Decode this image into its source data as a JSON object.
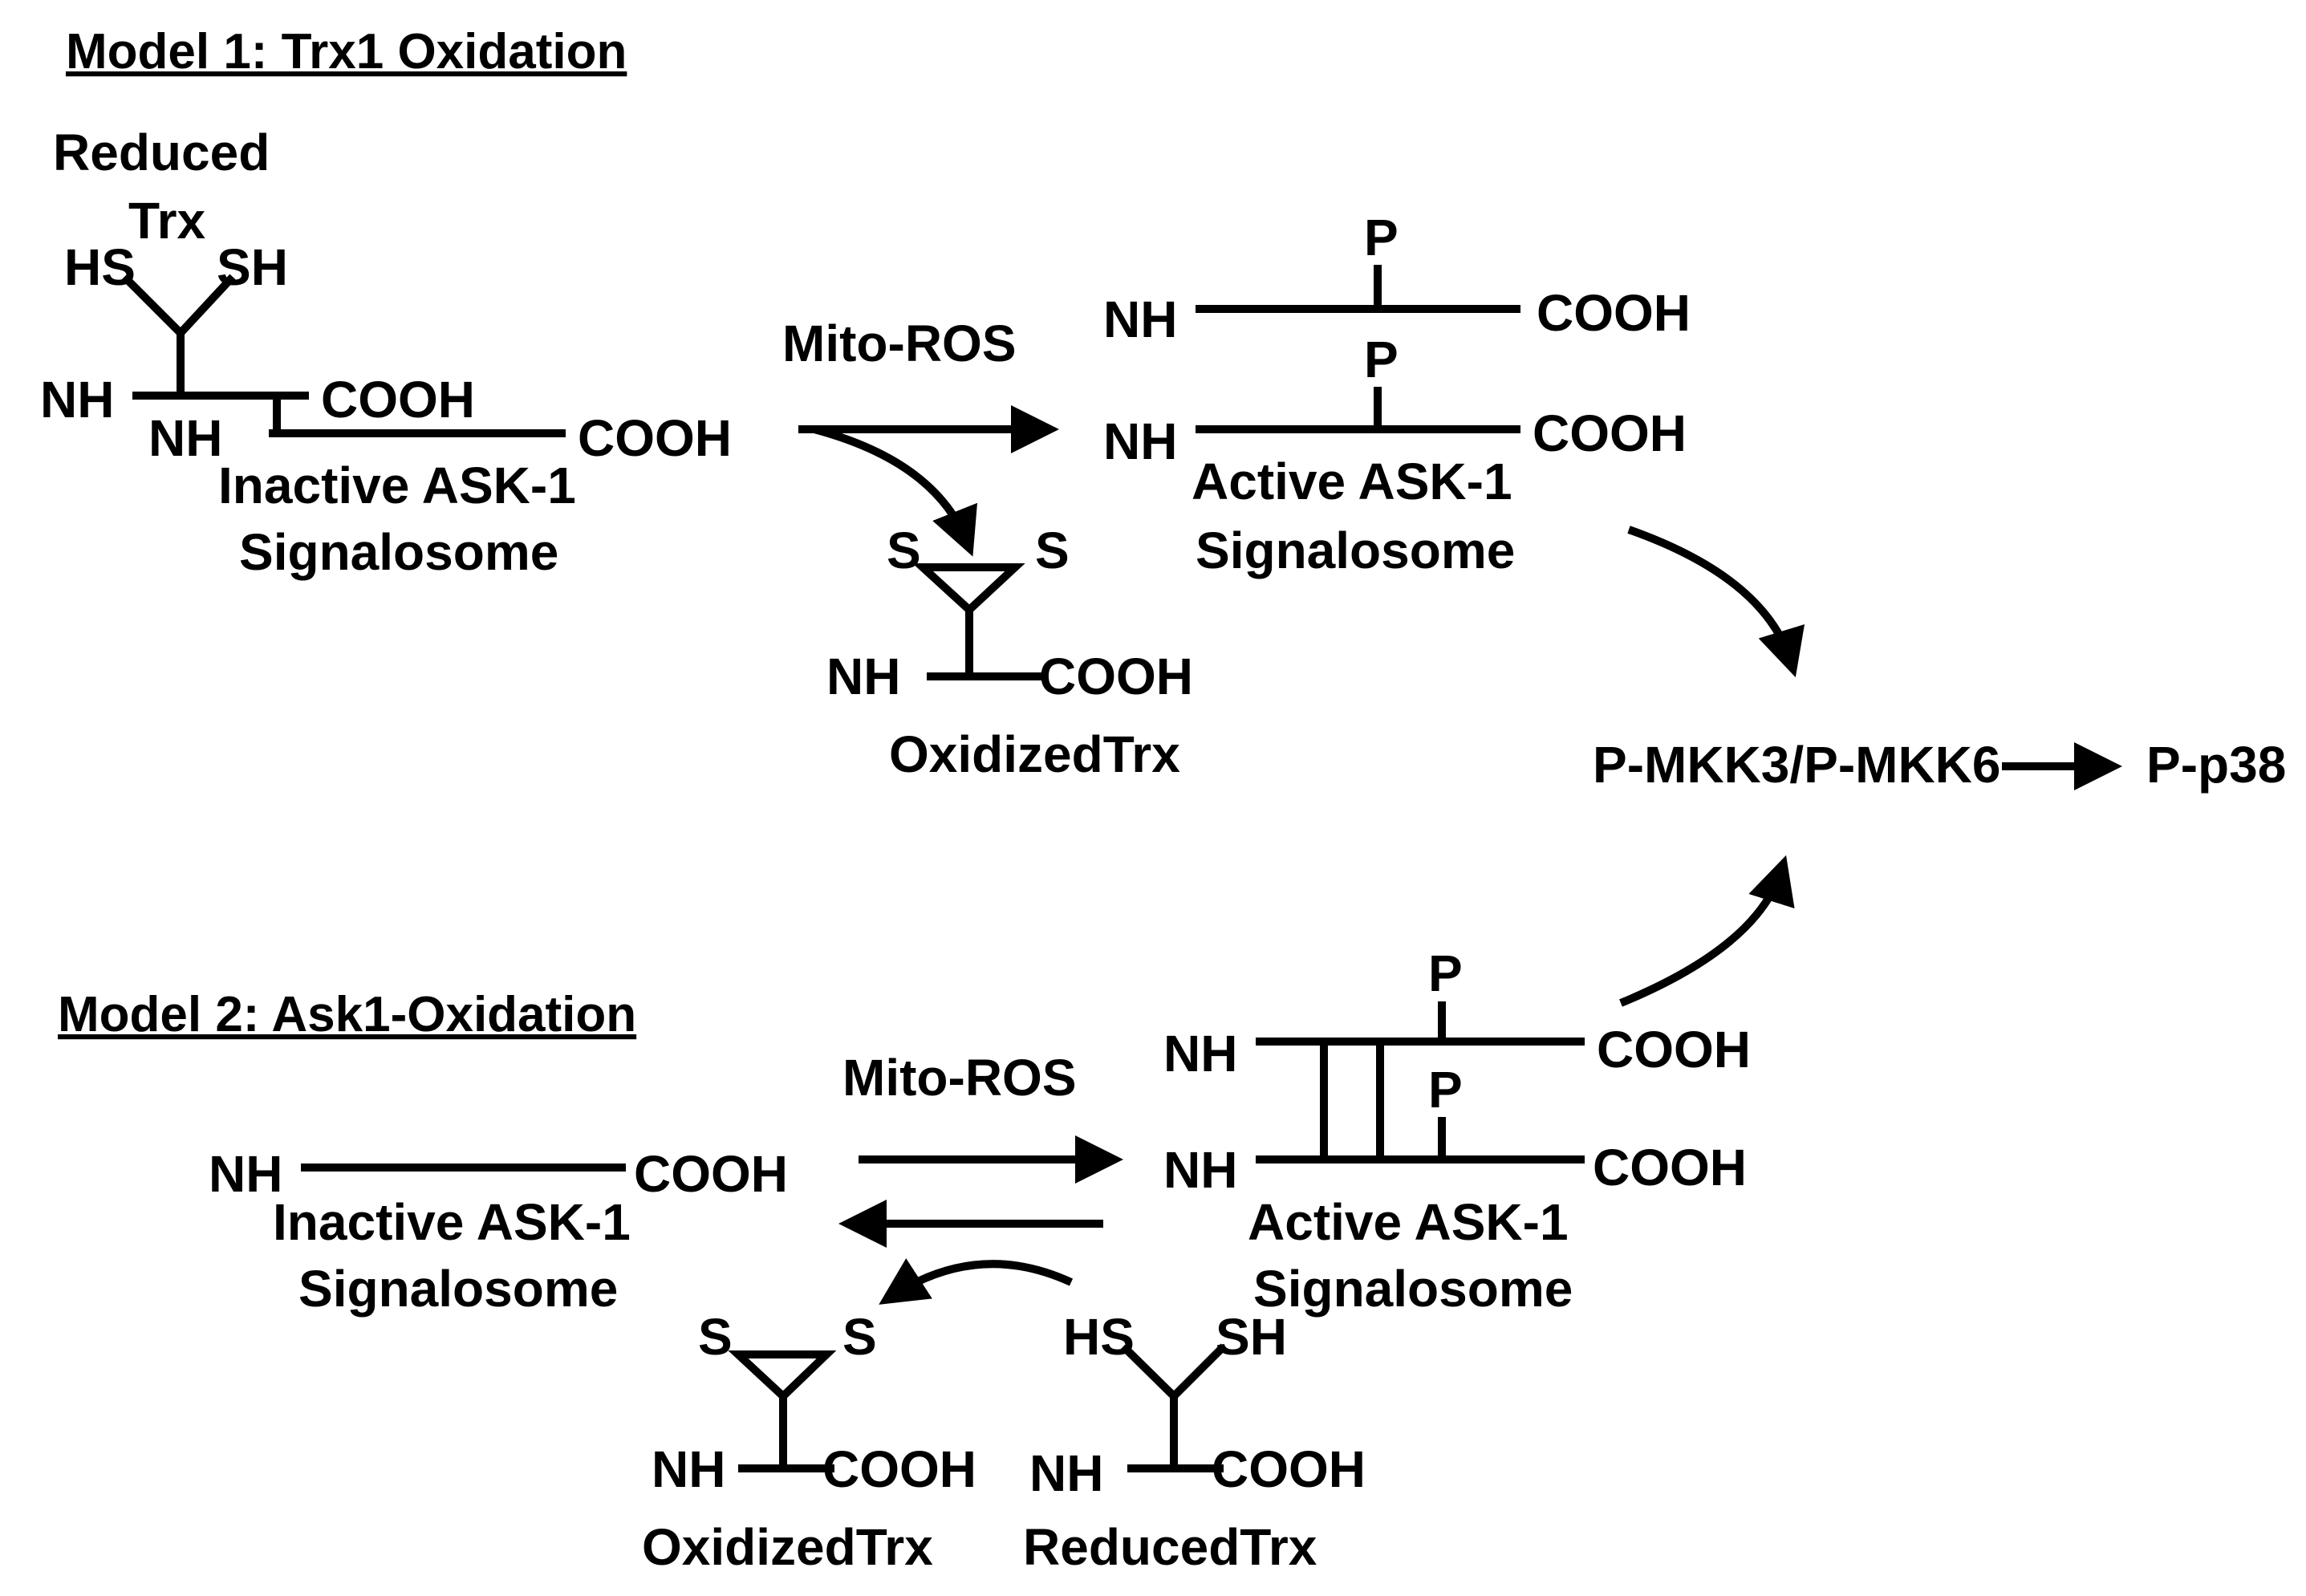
{
  "model1": {
    "title": "Model 1: Trx1 Oxidation",
    "reduced_trx_label_line1": "Reduced",
    "reduced_trx_label_line2": "Trx",
    "hs": "HS",
    "sh": "SH",
    "nh_a": "NH",
    "cooh_a": "COOH",
    "nh_b": "NH",
    "cooh_b": "COOH",
    "inactive_line1": "Inactive ASK-1",
    "inactive_line2": "Signalosome",
    "mito_ros": "Mito-ROS",
    "s_left": "S",
    "s_right": "S",
    "ox_nh": "NH",
    "ox_cooh": "COOH",
    "oxidized_trx": "OxidizedTrx",
    "p_top": "P",
    "p_bottom": "P",
    "active_nh_a": "NH",
    "active_cooh_a": "COOH",
    "active_nh_b": "NH",
    "active_cooh_b": "COOH",
    "active_line1": "Active ASK-1",
    "active_line2": "Signalosome"
  },
  "pathway": {
    "mkk": "P-MKK3/P-MKK6",
    "p38": "P-p38"
  },
  "model2": {
    "title": "Model 2: Ask1-Oxidation",
    "mito_ros": "Mito-ROS",
    "inactive_nh": "NH",
    "inactive_cooh": "COOH",
    "inactive_line1": "Inactive ASK-1",
    "inactive_line2": "Signalosome",
    "p_top": "P",
    "p_bottom": "P",
    "active_nh_a": "NH",
    "active_cooh_a": "COOH",
    "active_nh_b": "NH",
    "active_cooh_b": "COOH",
    "active_line1": "Active ASK-1",
    "active_line2": "Signalosome",
    "ox_s_left": "S",
    "ox_s_right": "S",
    "ox_nh": "NH",
    "ox_cooh": "COOH",
    "oxidized_trx": "OxidizedTrx",
    "red_hs": "HS",
    "red_sh": "SH",
    "red_nh": "NH",
    "red_cooh": "COOH",
    "reduced_trx": "ReducedTrx"
  }
}
